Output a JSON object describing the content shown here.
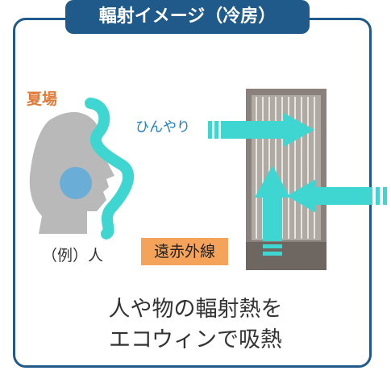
{
  "title": "輻射イメージ（冷房）",
  "labels": {
    "summer_place": "夏場",
    "cool": "ひんやり",
    "person": "（例）人",
    "far_infrared": "遠赤外線"
  },
  "caption": {
    "line1": "人や物の輻射熱を",
    "line2": "エコウィンで吸熱"
  },
  "colors": {
    "frame": "#1f5a8a",
    "accent_orange": "#e07a3a",
    "badge_orange": "#f5a35a",
    "arrow_cyan": "#3fd6d1",
    "head_gray": "#b9b9b9",
    "head_blue": "#6aaed8",
    "text_blue": "#1e80c8"
  },
  "icons": [
    "person-head-icon",
    "heat-wave-icon",
    "radiator-panel-icon",
    "arrow-right-icon",
    "arrow-left-icon",
    "arrow-up-icon"
  ]
}
